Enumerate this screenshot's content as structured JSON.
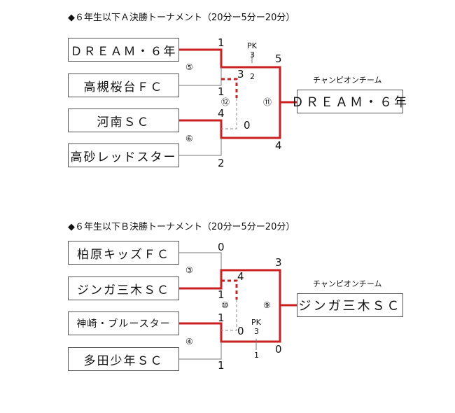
{
  "tournamentA": {
    "title": "◆６年生以下Ａ決勝トーナメント（20分ー5分ー20分）",
    "teams": [
      "ＤＲＥＡＭ・６年",
      "高槻桜台ＦＣ",
      "河南ＳＣ",
      "高砂レッドスター"
    ],
    "match_numbers": [
      "⑤",
      "⑥",
      "⑫",
      "⑪"
    ],
    "scores": {
      "m5_top": "1",
      "m5_bottom": "1",
      "m6_top": "4",
      "m6_bottom": "2",
      "m12_top": "3",
      "m12_bottom": "0",
      "m11_top": "5",
      "m11_bottom": "4"
    },
    "pk": {
      "label": "PK",
      "top": "3",
      "bottom": "2"
    },
    "champion_label": "チャンピオンチーム",
    "champion": "ＤＲＥＡＭ・６年"
  },
  "tournamentB": {
    "title": "◆６年生以下Ｂ決勝トーナメント（20分ー5分ー20分）",
    "teams": [
      "柏原キッズＦＣ",
      "ジンガ三木ＳＣ",
      "神崎・ブルースター",
      "多田少年ＳＣ"
    ],
    "match_numbers": [
      "③",
      "④",
      "⑩",
      "⑨"
    ],
    "scores": {
      "m3_top": "0",
      "m3_bottom": "1",
      "m4_top": "1",
      "m4_bottom": "1",
      "m10_top": "4",
      "m10_bottom": "0",
      "m9_top": "3",
      "m9_bottom": "0"
    },
    "pk": {
      "label": "PK",
      "top": "3",
      "bottom": "1"
    },
    "champion_label": "チャンピオンチーム",
    "champion": "ジンガ三木ＳＣ"
  },
  "colors": {
    "winner_line": "#cc1f1f",
    "loser_line": "#777777"
  }
}
